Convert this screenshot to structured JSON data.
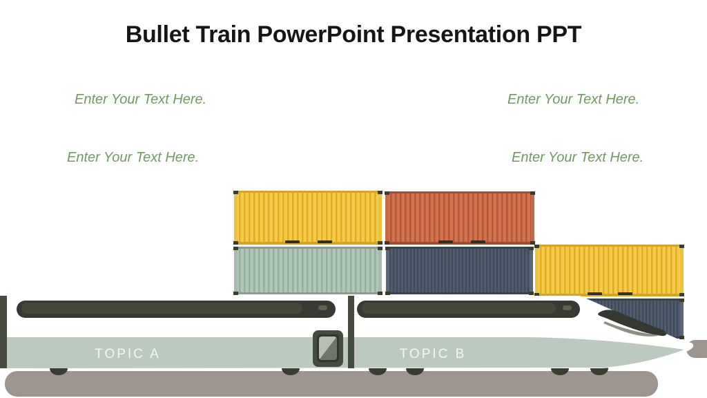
{
  "slide": {
    "title": "Bullet Train PowerPoint Presentation PPT",
    "placeholders": [
      {
        "text": "Enter Your Text Here."
      },
      {
        "text": "Enter Your Text Here."
      },
      {
        "text": "Enter Your Text Here."
      },
      {
        "text": "Enter Your Text Here."
      }
    ],
    "train": {
      "topics": [
        {
          "label": "TOPIC A"
        },
        {
          "label": "TOPIC B"
        }
      ]
    },
    "containers": [
      {
        "id": "container-yellow-top",
        "color": "#f5cc49"
      },
      {
        "id": "container-orange-top",
        "color": "#d0744f"
      },
      {
        "id": "container-sage-bottom",
        "color": "#b1c6b6"
      },
      {
        "id": "container-slate-bottom",
        "color": "#505b6d"
      },
      {
        "id": "container-yellow-right",
        "color": "#f5cc49"
      },
      {
        "id": "container-slate-right",
        "color": "#505b6d"
      }
    ],
    "palette": {
      "title-color": "#161616",
      "text-green": "#6f9a62",
      "topic-color": "#f4f6f3",
      "c-yellow-body": "#f5cc49",
      "c-yellow-rib": "#e2ab24",
      "c-yellow-rail": "#d8a322",
      "c-yellow-post": "#eec33a",
      "c-orange-body": "#d0744f",
      "c-orange-rib": "#b65538",
      "c-orange-rail": "#a54c30",
      "c-orange-post": "#c66a45",
      "c-sage-body": "#b1c6b6",
      "c-sage-rib": "#98ae9d",
      "c-sage-rail": "#8a9e8f",
      "c-sage-post": "#a6bbab",
      "c-slate-body": "#505b6d",
      "c-slate-rib": "#3f4a5a",
      "c-slate-rail": "#39434f",
      "c-slate-post": "#5a6577",
      "fitting": "#3c3c2e",
      "train-white": "#ffffff",
      "train-band": "#bcc9bf",
      "window-dark": "#363a31",
      "shadow-gray": "#9c9590"
    }
  }
}
